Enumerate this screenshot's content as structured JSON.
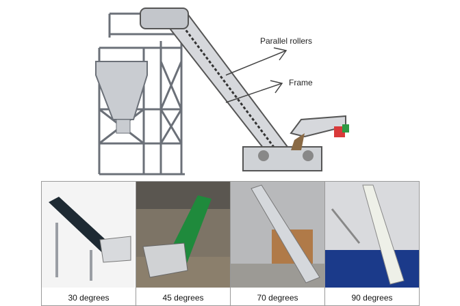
{
  "diagram": {
    "labels": {
      "parallel_rollers": "Parallel rollers",
      "frame": "Frame"
    }
  },
  "panels": [
    {
      "caption": "30 degrees"
    },
    {
      "caption": "45 degrees"
    },
    {
      "caption": "70 degrees"
    },
    {
      "caption": "90 degrees"
    }
  ],
  "colors": {
    "belt_green": "#1f8a3c",
    "belt_dark": "#1e2a33",
    "steel": "#b8bcc2",
    "floor_blue": "#1b3a8a"
  }
}
